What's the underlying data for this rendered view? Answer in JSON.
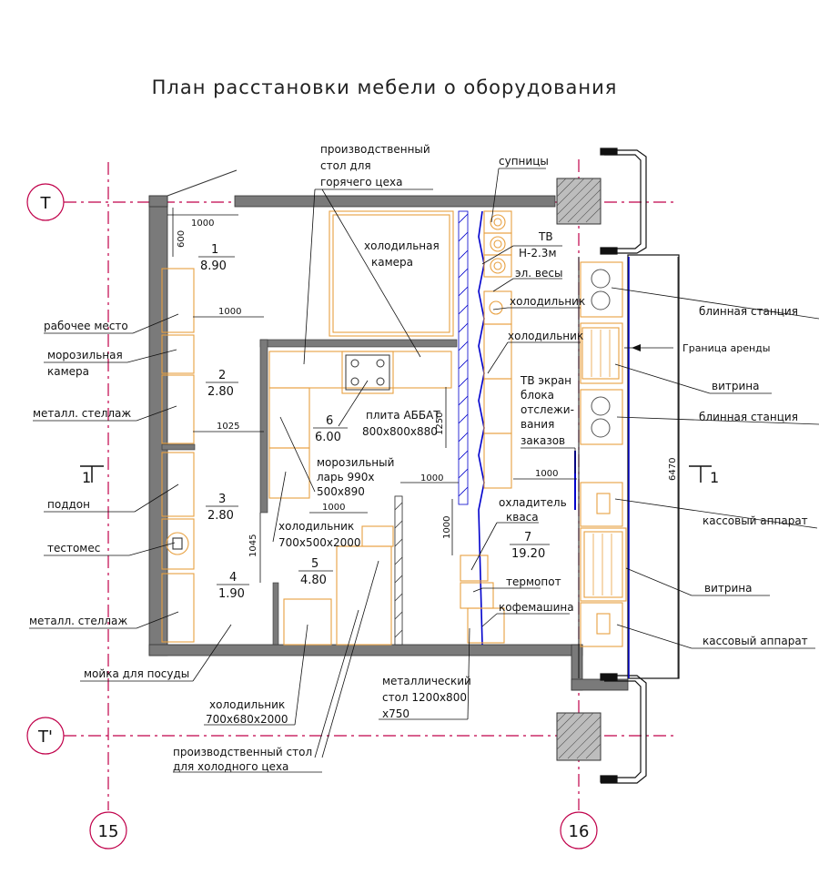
{
  "title": "План расстановки мебели о оборудования",
  "axes": {
    "row_top": "T",
    "row_bottom": "T'",
    "col_left": "15",
    "col_right": "16",
    "section_left": "1",
    "section_right": "1"
  },
  "rooms": [
    {
      "num": "1",
      "area": "8.90"
    },
    {
      "num": "2",
      "area": "2.80"
    },
    {
      "num": "3",
      "area": "2.80"
    },
    {
      "num": "4",
      "area": "1.90"
    },
    {
      "num": "5",
      "area": "4.80"
    },
    {
      "num": "6",
      "area": "6.00"
    },
    {
      "num": "7",
      "area": "19.20"
    }
  ],
  "dimensions": {
    "d1000a": "1000",
    "d600": "600",
    "d1000b": "1000",
    "d1025": "1025",
    "d1250": "1250",
    "d1000c": "1000",
    "d1000d": "1000",
    "d1000e": "1000",
    "d1045": "1045",
    "d1000f": "1000",
    "d6470": "6470"
  },
  "labels": {
    "prod_hot_1": "производственный",
    "prod_hot_2": "стол для",
    "prod_hot_3": "горячего цеха",
    "cold_room_1": "холодильная",
    "cold_room_2": "камера",
    "soup": "супницы",
    "tv": "ТВ",
    "tv_h": "Н-2.3м",
    "scales": "эл. весы",
    "fridge1": "холодильник",
    "fridge2": "холодильник",
    "tv_screen_1": "ТВ экран",
    "tv_screen_2": "блока",
    "tv_screen_3": "отслежи-",
    "tv_screen_4": "вания",
    "tv_screen_5": "заказов",
    "stove_1": "плита АББАТ",
    "stove_2": "800х800х880",
    "freezer_chest_1": "морозильный",
    "freezer_chest_2": "ларь 990х",
    "freezer_chest_3": "500х890",
    "fridge3": "холодильник",
    "fridge3_size": "700х500х2000",
    "kvass_1": "охладитель",
    "kvass_2": "кваса",
    "thermopot": "термопот",
    "coffee": "кофемашина",
    "workplace": "рабочее место",
    "freezer_room_1": "морозильная",
    "freezer_room_2": "камера",
    "shelf1": "металл. стеллаж",
    "pallet": "поддон",
    "mixer": "тестомес",
    "shelf2": "металл. стеллаж",
    "sink": "мойка для посуды",
    "fridge4": "холодильник",
    "fridge4_size": "700х680х2000",
    "prod_cold_1": "производственный стол",
    "prod_cold_2": "для холодного цеха",
    "metal_table_1": "металлический",
    "metal_table_2": "стол 1200х800",
    "metal_table_3": "х750",
    "blini1": "блинная станция",
    "lease": "Граница аренды",
    "showcase1": "витрина",
    "blini2": "блинная станция",
    "cash1": "кассовый аппарат",
    "showcase2": "витрина",
    "cash2": "кассовый аппарат"
  },
  "colors": {
    "wall": "#7a7a7a",
    "equipment": "#e8a040",
    "axis": "#c0004a",
    "blue": "#0000cc"
  }
}
